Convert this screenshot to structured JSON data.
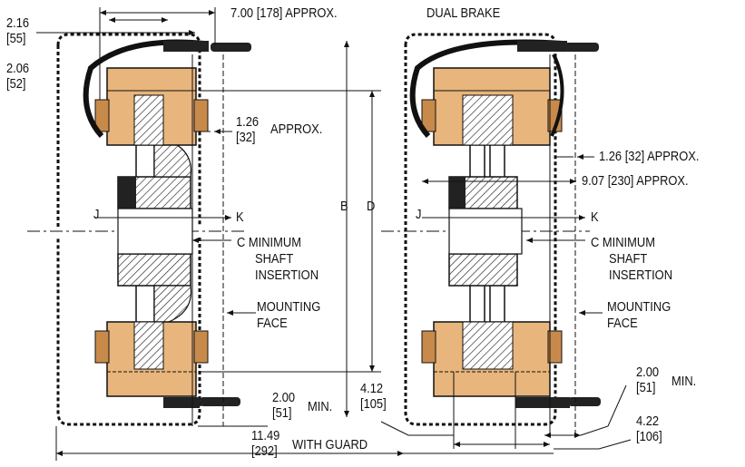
{
  "colors": {
    "brake": "#e8b57c",
    "brake_dark": "#c88a4a",
    "line": "#111111",
    "hatch": "#222222"
  },
  "labels": {
    "top_width": "7.00 [178] APPROX.",
    "dual_brake": "DUAL BRAKE",
    "dim_216": "2.16",
    "dim_55": "[55]",
    "dim_206": "2.06",
    "dim_52": "[52]",
    "left_126": "1.26",
    "left_32": "[32]",
    "left_approx": "APPROX.",
    "right_126": "1.26 [32] APPROX.",
    "right_907": "9.07 [230] APPROX.",
    "j_left": "J",
    "k_left": "K",
    "b": "B",
    "d": "D",
    "j_right": "J",
    "k_right": "K",
    "c_min_left": "C MINIMUM",
    "shaft_left": "SHAFT",
    "insertion_left": "INSERTION",
    "c_min_right": "C MINIMUM",
    "shaft_right": "SHAFT",
    "insertion_right": "INSERTION",
    "mounting_left": "MOUNTING",
    "face_left": "FACE",
    "mounting_right": "MOUNTING",
    "face_right": "FACE",
    "left_200": "2.00",
    "left_51": "[51]",
    "left_min": "MIN.",
    "dim_412": "4.12",
    "dim_105": "[105]",
    "dim_1149": "11.49",
    "dim_292": "[292]",
    "with_guard": "WITH GUARD",
    "right_200": "2.00",
    "right_51": "[51]",
    "right_min": "MIN.",
    "dim_422": "4.22",
    "dim_106": "[106]"
  }
}
